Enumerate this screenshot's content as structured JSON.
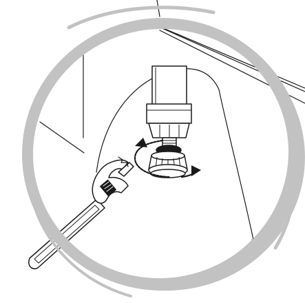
{
  "illustration": {
    "subject": "adjusting-leveling-foot-with-adjustable-wrench",
    "icons": {
      "frame": "callout-circle",
      "foot": "leveling-foot-icon",
      "tool": "adjustable-wrench-icon",
      "arrows": "rotate-both-directions-icon"
    },
    "rotation_directions": [
      "counterclockwise",
      "clockwise"
    ],
    "colors": {
      "callout_ring": "#c2c2c2",
      "line_art": "#1a1a1a",
      "background": "#ffffff"
    }
  }
}
